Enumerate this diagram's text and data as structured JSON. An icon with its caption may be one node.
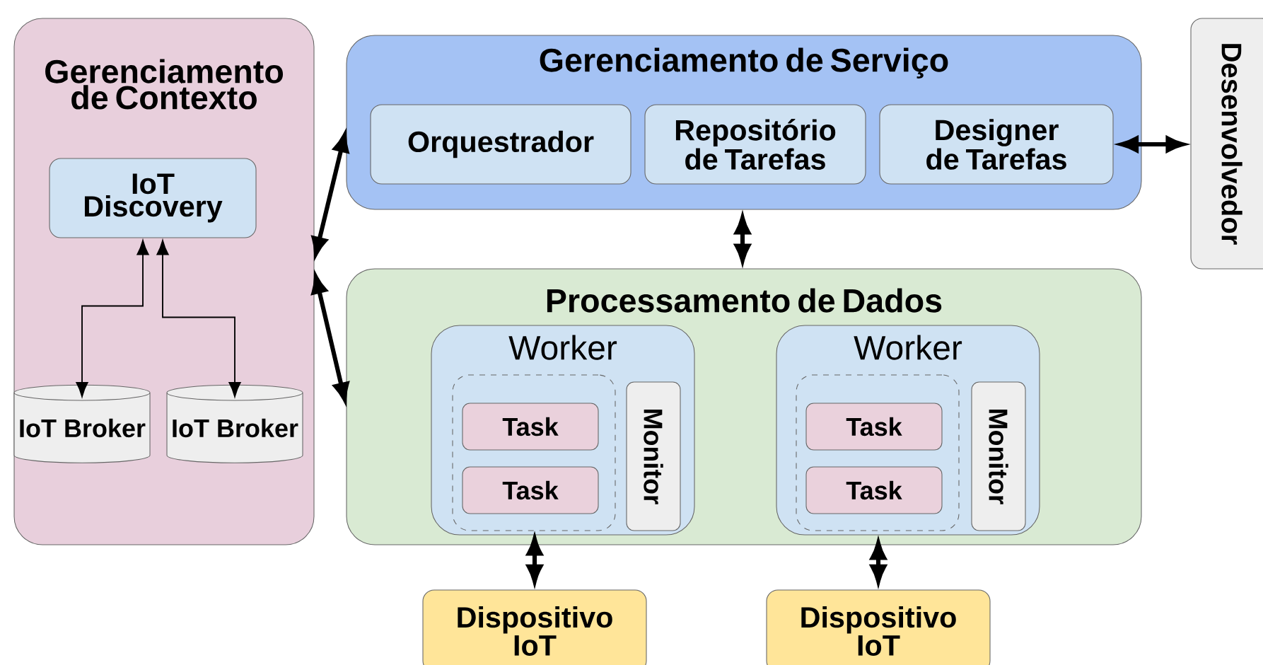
{
  "diagram": {
    "nodes": [
      {
        "text": [
          "Gerenciamento de Contexto"
        ]
      },
      {
        "text": [
          "IoT Discovery"
        ],
        "in": 0
      },
      {
        "text": [
          "IoT Broker"
        ],
        "in": 0
      },
      {
        "text": [
          "IoT Broker"
        ],
        "in": 0
      },
      {
        "text": [
          "Gerenciamento de Serviço"
        ]
      },
      {
        "text": [
          "Orquestrador"
        ],
        "in": 4
      },
      {
        "text": [
          "Repositório de Tarefas"
        ],
        "in": 4
      },
      {
        "text": [
          "Designer de Tarefas"
        ],
        "in": 4
      },
      {
        "text": [
          "Desenvolvedor"
        ]
      },
      {
        "text": [
          "Processamento de Dados"
        ]
      },
      {
        "text": [
          "Worker"
        ],
        "in": 9
      },
      {
        "text": [],
        "shape": "box",
        "in": 10
      },
      {
        "text": [
          "Task"
        ],
        "in": 11
      },
      {
        "text": [
          "Task"
        ],
        "in": 11
      },
      {
        "text": [
          "Monitor"
        ],
        "in": 10
      },
      {
        "text": [
          "Worker"
        ],
        "in": 9
      },
      {
        "text": [],
        "shape": "box",
        "in": 15
      },
      {
        "text": [
          "Task"
        ],
        "in": 16
      },
      {
        "text": [
          "Task"
        ],
        "in": 16
      },
      {
        "text": [
          "Monitor"
        ],
        "in": 15
      },
      {
        "text": [
          "Dispositivo IoT"
        ]
      },
      {
        "text": [
          "Dispositivo IoT"
        ]
      }
    ],
    "edges": [
      {
        "from": 1,
        "to": 2,
        "arrow": "both"
      },
      {
        "from": 1,
        "to": 3,
        "arrow": "both"
      },
      {
        "from": 0,
        "to": 4,
        "arrow": "both"
      },
      {
        "from": 0,
        "to": 9,
        "arrow": "both"
      },
      {
        "from": 4,
        "to": 9,
        "arrow": "both"
      },
      {
        "from": 7,
        "to": 8,
        "arrow": "both"
      },
      {
        "from": 11,
        "to": 20,
        "arrow": "both"
      },
      {
        "from": 15,
        "to": 21,
        "arrow": "both"
      }
    ]
  }
}
